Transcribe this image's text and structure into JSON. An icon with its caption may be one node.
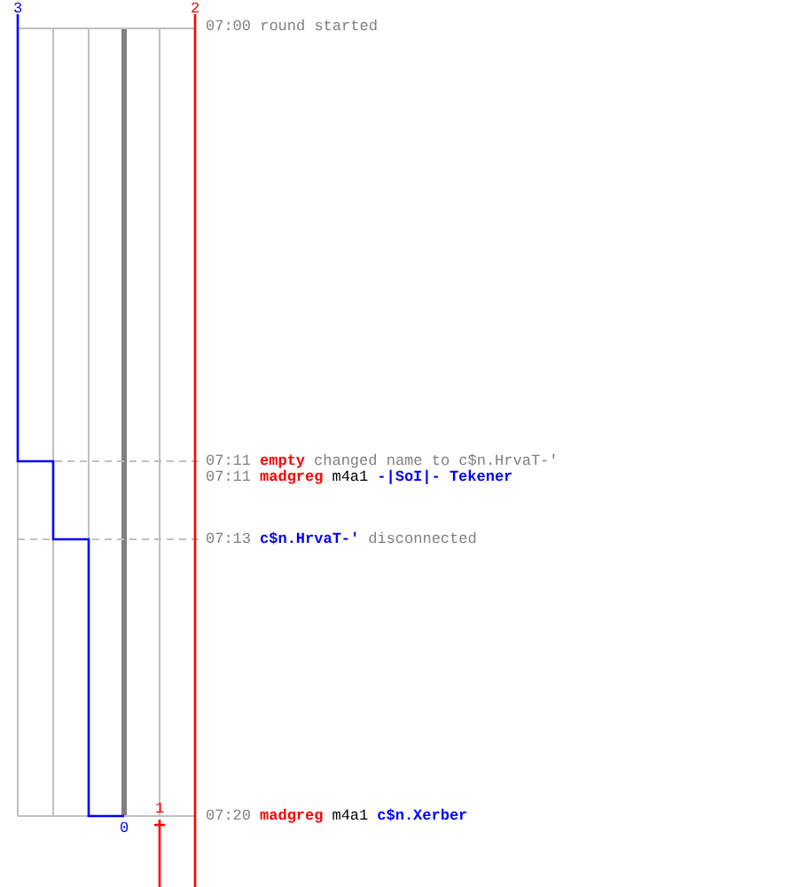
{
  "diagram": {
    "labels": [
      "3",
      "2",
      "07:00 round started",
      "07:11",
      "empty",
      "changed name to c$n.HrvaT-'",
      "07:11",
      "madgreg",
      "m4a1",
      "-|SoI|- Tekener",
      "07:13",
      "c$n.HrvaT-'",
      "disconnected",
      "1",
      "0",
      "07:20",
      "madgreg",
      "m4a1",
      "c$n.Xerber"
    ]
  }
}
